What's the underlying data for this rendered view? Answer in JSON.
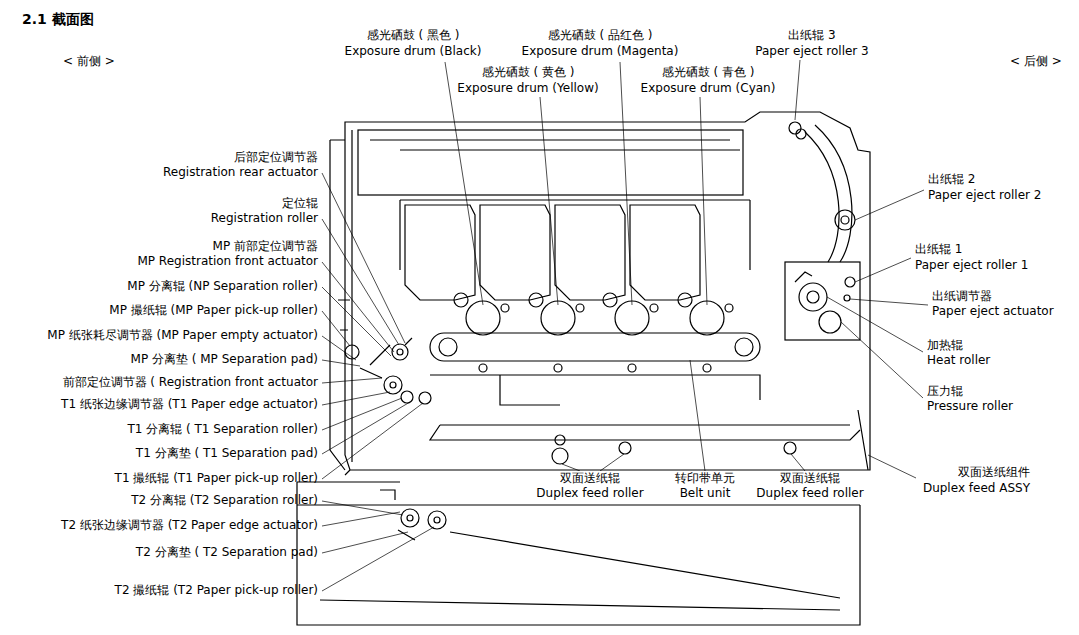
{
  "diagram": {
    "title": "2.1 截面图",
    "labels": [
      "< 前侧 >",
      "< 后侧 >",
      "感光硒鼓 ( 黑色 )",
      "Exposure drum (Black)",
      "感光硒鼓 ( 黄色 )",
      "Exposure drum (Yellow)",
      "感光硒鼓 ( 品红色 )",
      "Exposure drum (Magenta)",
      "感光硒鼓 ( 青色 )",
      "Exposure drum (Cyan)",
      "出纸辊 3",
      "Paper eject roller 3",
      "后部定位调节器",
      "Registration rear actuator",
      "定位辊",
      "Registration roller",
      "MP 前部定位调节器",
      "MP Registration front actuator",
      "MP 分离辊 (NP Separation roller)",
      "MP 撮纸辊 (MP Paper pick-up roller)",
      "MP 纸张耗尽调节器 (MP Paper empty actuator)",
      "MP 分离垫 ( MP Separation pad)",
      "前部定位调节器 ( Registration front actuator",
      "T1 纸张边缘调节器 (T1 Paper edge actuator)",
      "T1 分离辊 ( T1 Separation roller)",
      "T1 分离垫 ( T1 Separation pad)",
      "T1 撮纸辊 (T1 Paper pick-up roller)",
      "T2 分离辊 (T2 Separation roller)",
      "T2 纸张边缘调节器 (T2 Paper edge actuator)",
      "T2 分离垫 ( T2 Separation pad)",
      "T2 撮纸辊 (T2 Paper pick-up roller)",
      "出纸辊 2",
      "Paper eject roller 2",
      "出纸辊 1",
      "Paper eject roller 1",
      "出纸调节器",
      "Paper eject actuator",
      "加热辊",
      "Heat roller",
      "压力辊",
      "Pressure roller",
      "双面送纸组件",
      "Duplex feed ASSY",
      "双面送纸辊",
      "Duplex feed roller",
      "转印带单元",
      "Belt unit",
      "双面送纸辊",
      "Duplex feed roller"
    ]
  }
}
